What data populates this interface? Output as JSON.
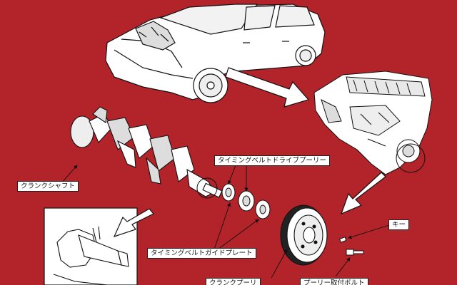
{
  "labels": {
    "crankshaft": "クランクシャフト",
    "timing_belt_drive_pulley": "タイミングベルトドライブプーリー",
    "timing_belt_guide_plate": "タイミングベルトガイドプレート",
    "key": "キー",
    "crank_pulley": "クランクプーリ",
    "pulley_bolt": "プーリー取付ボルト"
  },
  "colors": {
    "background": "#b3232a",
    "linework": "#111111",
    "label_fill": "#ffffff",
    "arrow_fill": "#ffffff"
  }
}
